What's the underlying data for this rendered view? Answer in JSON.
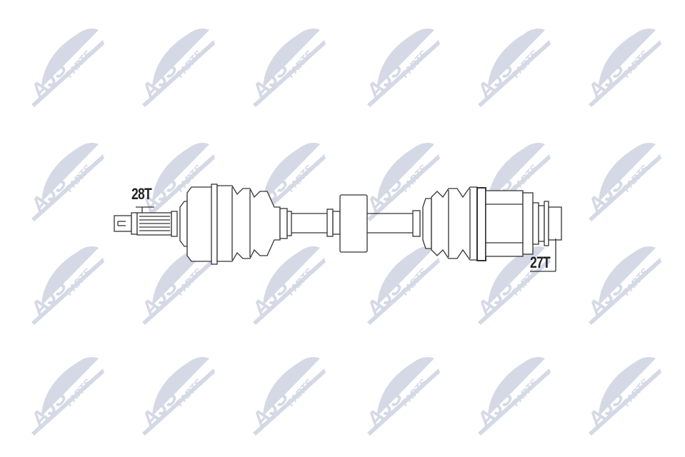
{
  "watermark": {
    "brand": "AJS",
    "sub": "PARTS",
    "color": "#d5d9e6",
    "columns": [
      38,
      193,
      348,
      508,
      663,
      818
    ],
    "rows": [
      28,
      188,
      333,
      488
    ]
  },
  "diagram": {
    "subject": "CV drive shaft",
    "labels": {
      "left_spline": "28T",
      "right_spline": "27T"
    },
    "line_color": "#333333"
  }
}
